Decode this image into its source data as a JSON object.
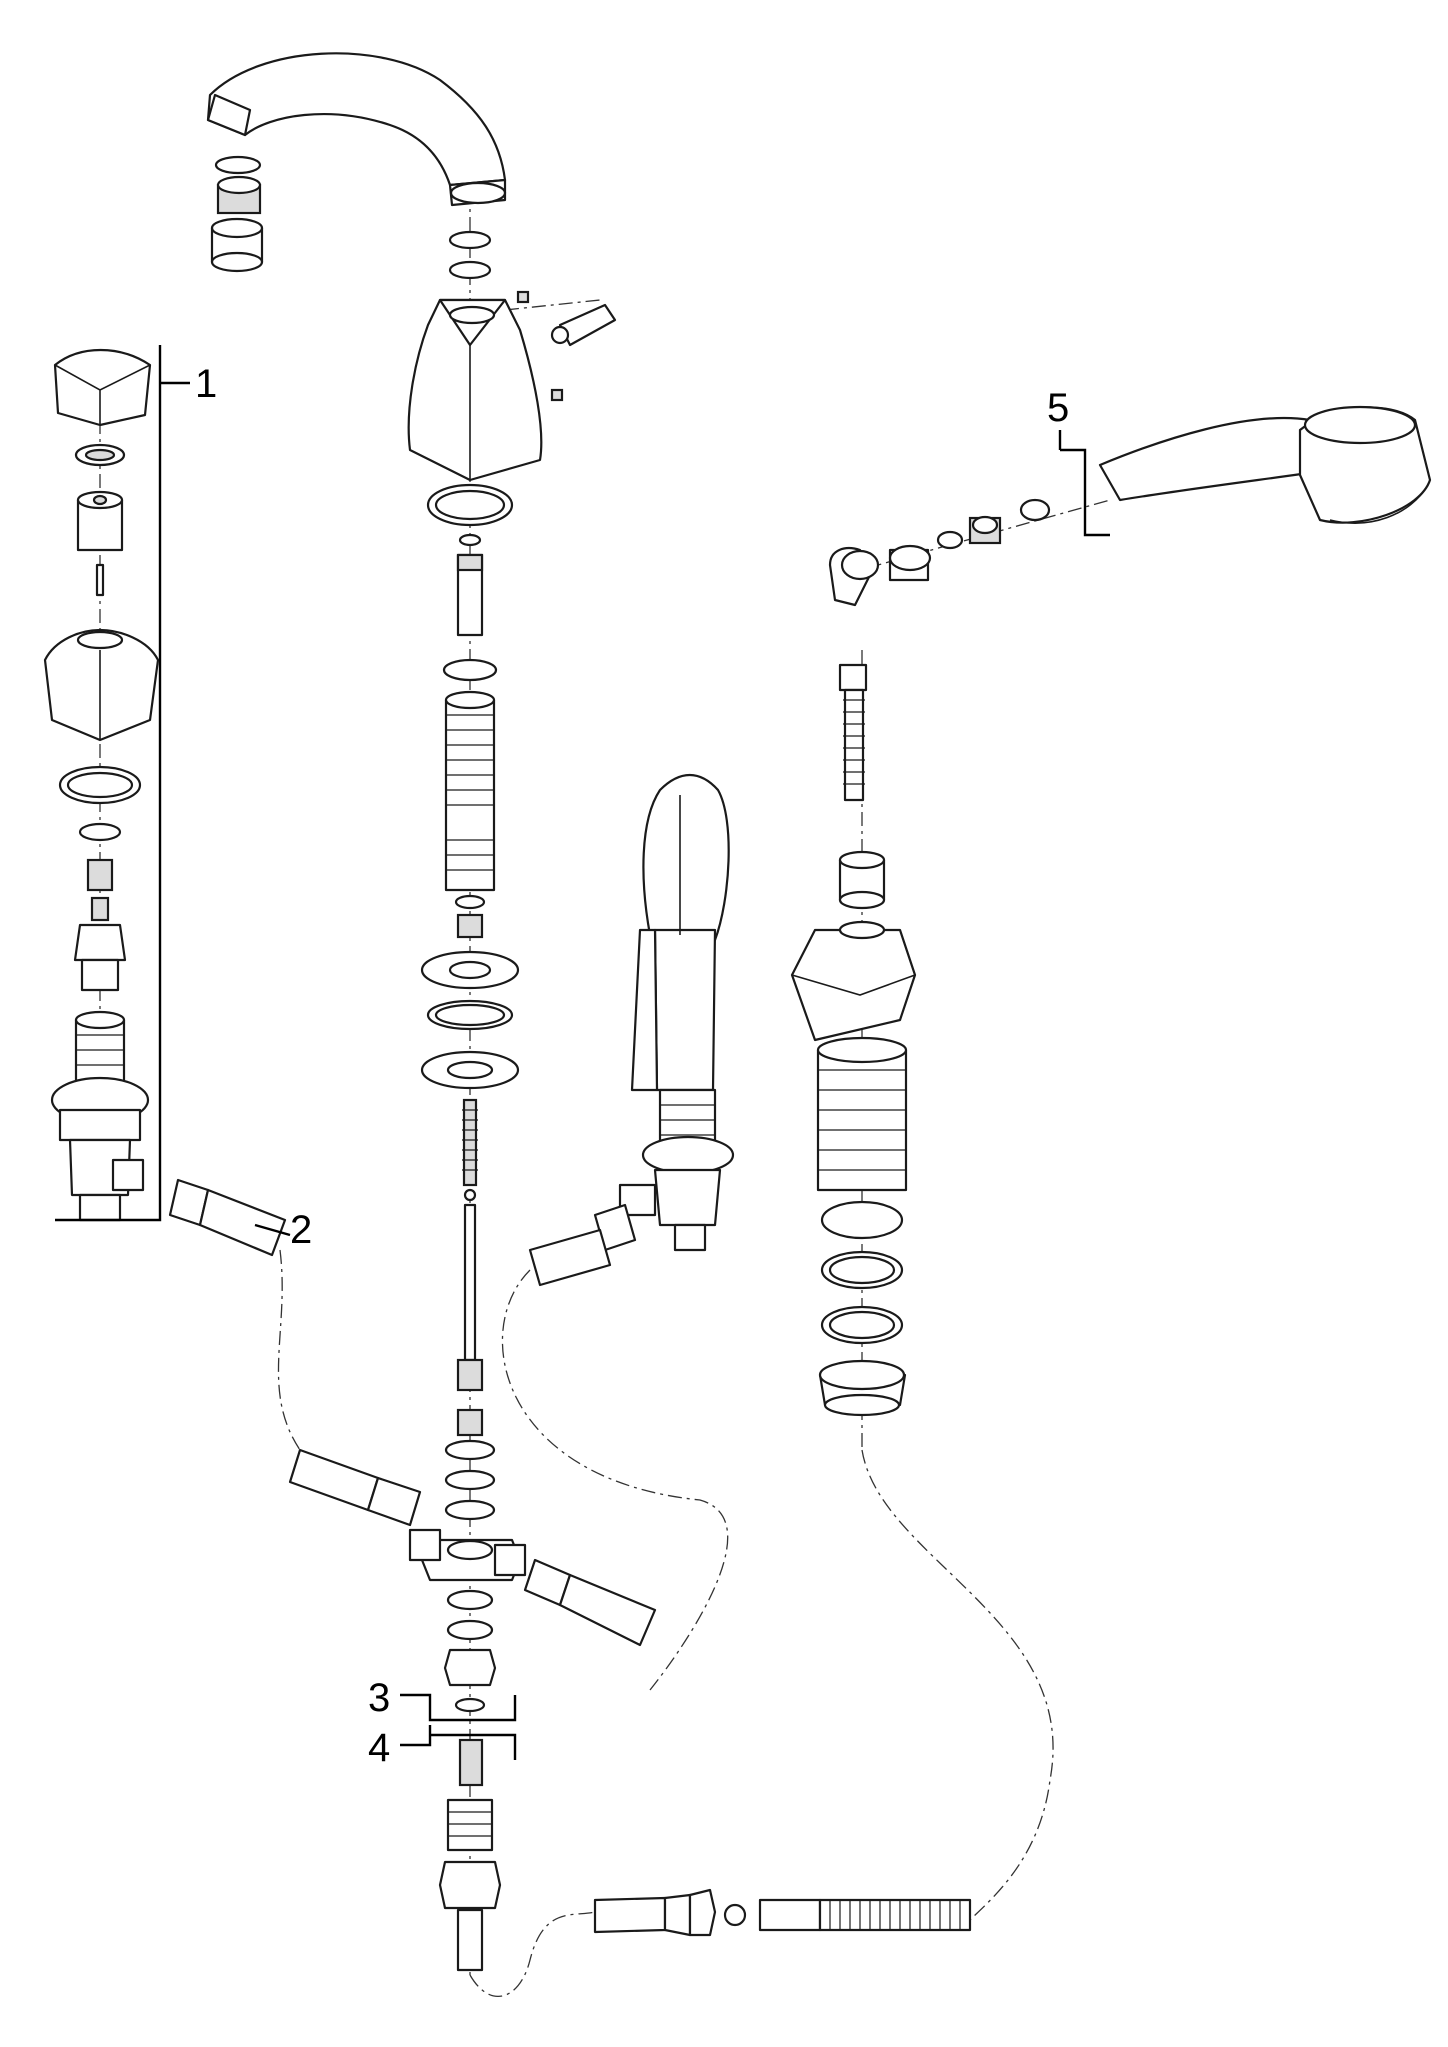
{
  "callouts": [
    {
      "id": "1",
      "label": "1"
    },
    {
      "id": "2",
      "label": "2"
    },
    {
      "id": "3",
      "label": "3"
    },
    {
      "id": "4",
      "label": "4"
    },
    {
      "id": "5",
      "label": "5"
    }
  ],
  "colors": {
    "line": "#1a1a1a",
    "fill": "#ffffff",
    "shade": "#dcdcdc",
    "background": "#ffffff"
  }
}
